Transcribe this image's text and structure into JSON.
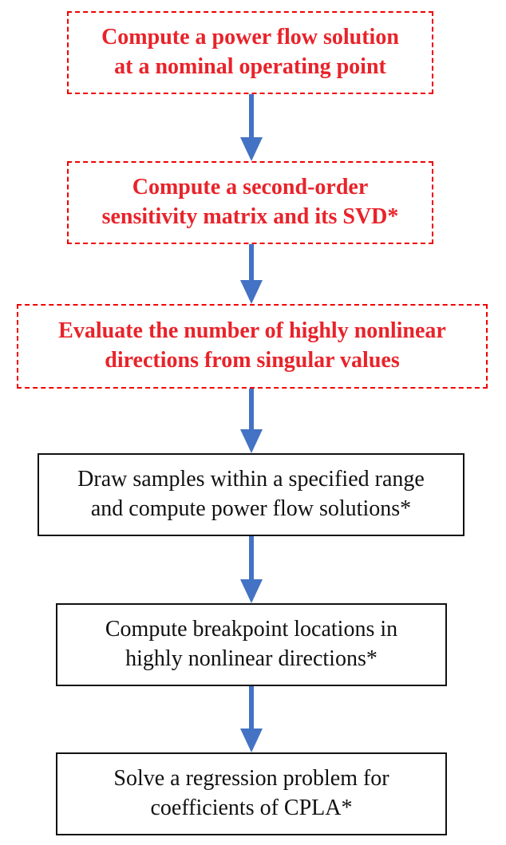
{
  "flowchart": {
    "steps": [
      {
        "id": "n1",
        "style": "dashed-red",
        "lines": [
          "Compute a power flow solution",
          "at a nominal operating point"
        ]
      },
      {
        "id": "n2",
        "style": "dashed-red",
        "lines": [
          "Compute a second-order",
          "sensitivity matrix and its SVD*"
        ]
      },
      {
        "id": "n3",
        "style": "dashed-red",
        "lines": [
          "Evaluate the number of highly nonlinear",
          "directions from singular values"
        ]
      },
      {
        "id": "n4",
        "style": "solid-black",
        "lines": [
          "Draw samples within a specified range",
          "and compute power flow solutions*"
        ]
      },
      {
        "id": "n5",
        "style": "solid-black",
        "lines": [
          "Compute breakpoint locations in",
          "highly nonlinear directions*"
        ]
      },
      {
        "id": "n6",
        "style": "solid-black",
        "lines": [
          "Solve a regression problem for",
          "coefficients of CPLA*"
        ]
      }
    ],
    "edges": [
      {
        "from": "n1",
        "to": "n2"
      },
      {
        "from": "n2",
        "to": "n3"
      },
      {
        "from": "n3",
        "to": "n4"
      },
      {
        "from": "n4",
        "to": "n5"
      },
      {
        "from": "n5",
        "to": "n6"
      }
    ],
    "colors": {
      "dashed_border": "#f00000",
      "dashed_text": "#e8232a",
      "solid_border": "#111111",
      "arrow": "#4472c4"
    }
  }
}
